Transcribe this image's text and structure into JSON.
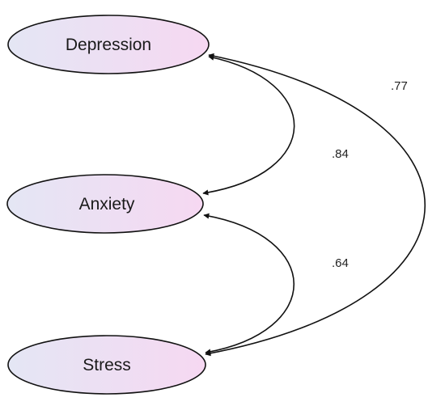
{
  "nodes": [
    {
      "id": "depression",
      "label": "Depression"
    },
    {
      "id": "anxiety",
      "label": "Anxiety"
    },
    {
      "id": "stress",
      "label": "Stress"
    }
  ],
  "correlations": [
    {
      "from": "depression",
      "to": "anxiety",
      "value": ".84"
    },
    {
      "from": "anxiety",
      "to": "stress",
      "value": ".64"
    },
    {
      "from": "depression",
      "to": "stress",
      "value": ".77"
    }
  ],
  "colors": {
    "ellipse_left": "#e4e6f4",
    "ellipse_right": "#f6d8f2",
    "stroke": "#111111"
  }
}
